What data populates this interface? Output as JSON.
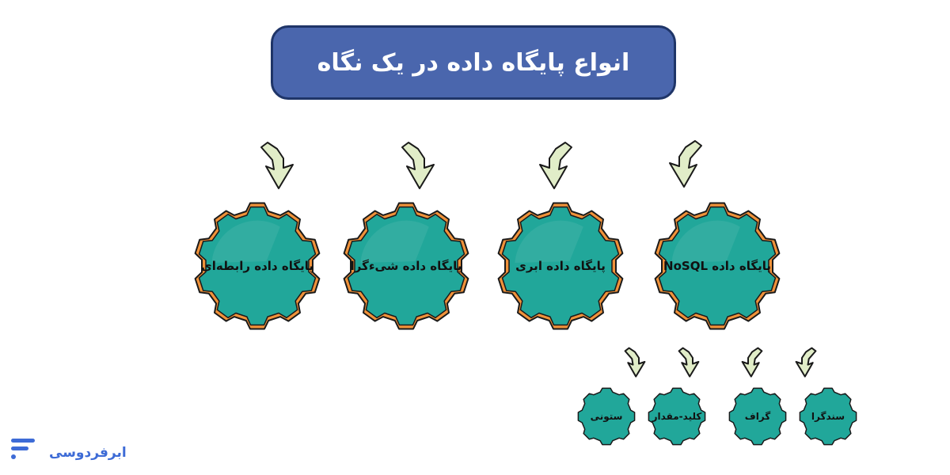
{
  "title": "انواع پایگاه داده در یک نگاه",
  "nodes": {
    "relational": "پایگاه داده رابطه‌ای",
    "object": "پایگاه داده شیءگرا",
    "cloud": "پایگاه داده ابری",
    "nosql": "پایگاه داده NoSQL"
  },
  "subnodes": {
    "columnar": "ستونی",
    "key_value": "کلید-مقدار",
    "graph": "گراف",
    "document": "سندگرا"
  },
  "logo": {
    "text": "ابرفردوسی"
  },
  "colors": {
    "title_bg": "#4a66ad",
    "title_border": "#1f3568",
    "node_fill": "#21a79a",
    "node_ring": "#f0923a",
    "node_outline": "#1a1a1a",
    "arrow_fill": "#e1edc8",
    "brand": "#3d6bd6"
  }
}
